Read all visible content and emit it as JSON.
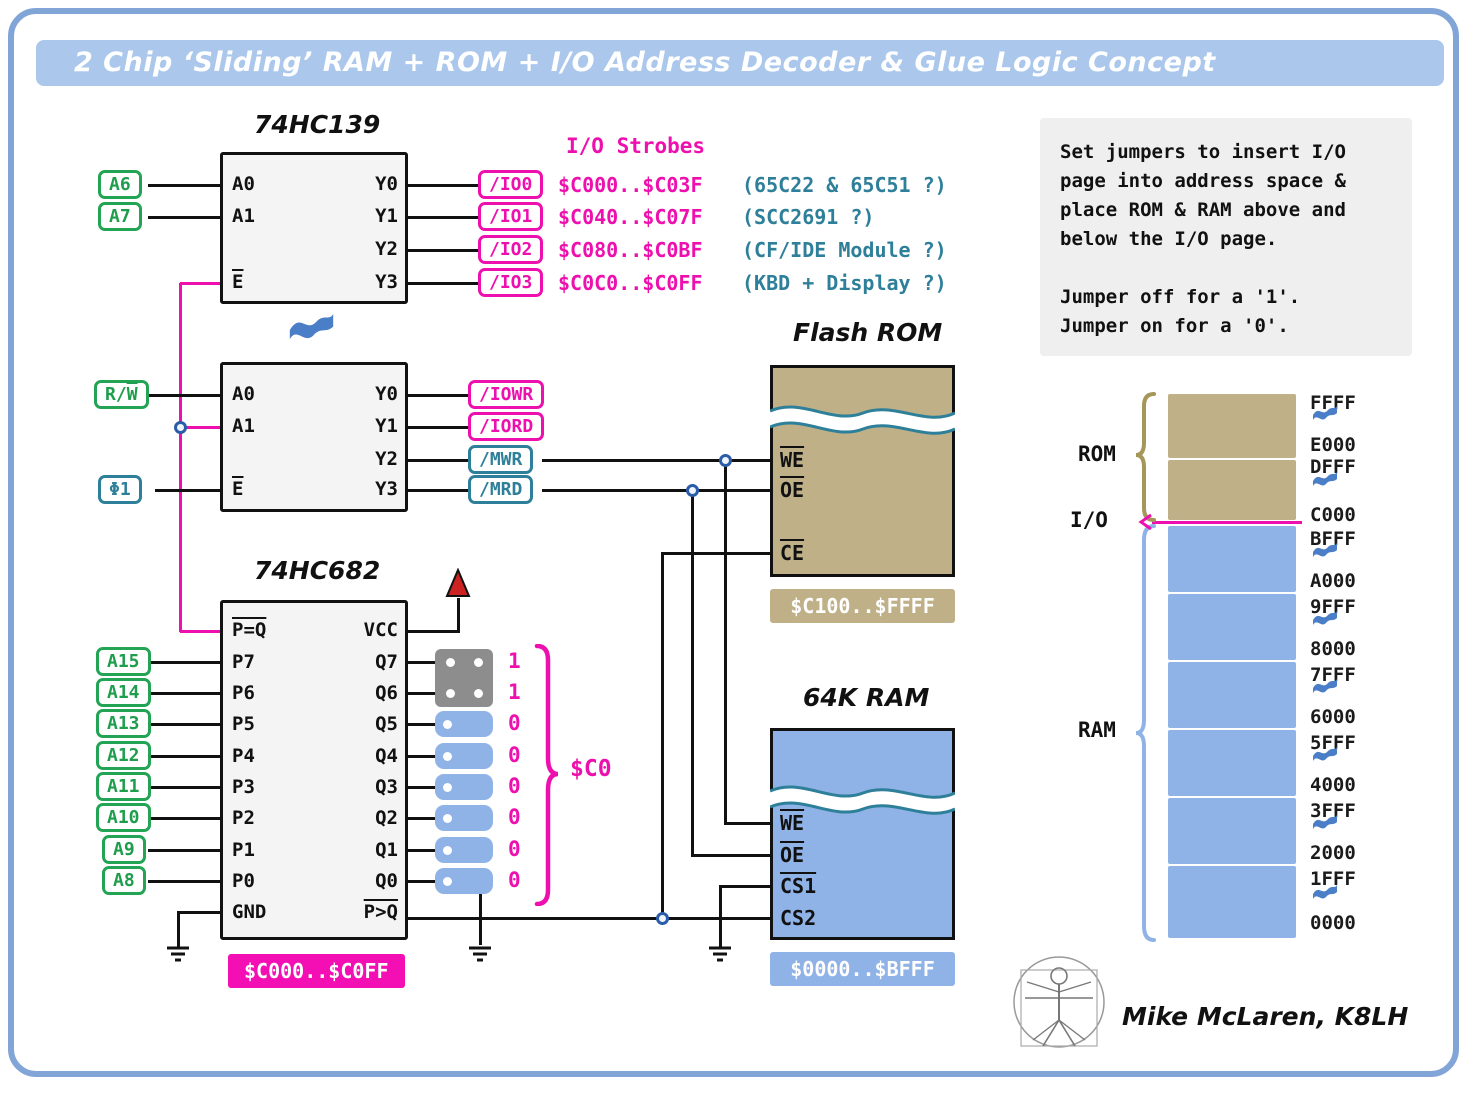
{
  "title": "2 Chip ‘Sliding’ RAM + ROM + I/O Address Decoder & Glue Logic Concept",
  "colors": {
    "accent_magenta": "#ee10ae",
    "accent_teal": "#2e7f99",
    "accent_green": "#1e9d4c",
    "rom_tan": "#bfb088",
    "ram_blue": "#8fb3e6"
  },
  "decoder1": {
    "chip_label": "74HC139",
    "pins_left": [
      "A0",
      "A1",
      "E"
    ],
    "pins_right": [
      "Y0",
      "Y1",
      "Y2",
      "Y3"
    ],
    "input_tags": [
      "A6",
      "A7"
    ],
    "strobes_heading": "I/O Strobes",
    "rows": [
      {
        "strobe": "/IO0",
        "range": "$C000..$C03F",
        "note": "(65C22 & 65C51 ?)"
      },
      {
        "strobe": "/IO1",
        "range": "$C040..$C07F",
        "note": "(SCC2691 ?)"
      },
      {
        "strobe": "/IO2",
        "range": "$C080..$C0BF",
        "note": "(CF/IDE Module ?)"
      },
      {
        "strobe": "/IO3",
        "range": "$C0C0..$C0FF",
        "note": "(KBD + Display ?)"
      }
    ]
  },
  "decoder2": {
    "pins_left": [
      "A0",
      "A1",
      "E"
    ],
    "pins_right": [
      "Y0",
      "Y1",
      "Y2",
      "Y3"
    ],
    "rw_tag_prefix": "R/",
    "rw_tag_bar": "W",
    "phi_tag": "Φ1",
    "outputs": [
      "/IOWR",
      "/IORD",
      "/MWR",
      "/MRD"
    ]
  },
  "comparator": {
    "chip_label": "74HC682",
    "pins_left": [
      "P=Q",
      "P7",
      "P6",
      "P5",
      "P4",
      "P3",
      "P2",
      "P1",
      "P0",
      "GND"
    ],
    "pins_right": [
      "VCC",
      "Q7",
      "Q6",
      "Q5",
      "Q4",
      "Q3",
      "Q2",
      "Q1",
      "Q0",
      "P>Q"
    ],
    "input_tags": [
      "A15",
      "A14",
      "A13",
      "A12",
      "A11",
      "A10",
      "A9",
      "A8"
    ],
    "jumper_bits": [
      "1",
      "1",
      "0",
      "0",
      "0",
      "0",
      "0",
      "0"
    ],
    "compare_value": "$C0",
    "range_label": "$C000..$C0FF"
  },
  "rom": {
    "title": "Flash ROM",
    "pin_we": "WE",
    "pin_oe": "OE",
    "pin_ce": "CE",
    "range": "$C100..$FFFF"
  },
  "ram": {
    "title": "64K RAM",
    "pin_we": "WE",
    "pin_oe": "OE",
    "pin_cs1": "CS1",
    "pin_cs2": "CS2",
    "range": "$0000..$BFFF"
  },
  "note_box": {
    "lines": [
      "Set jumpers to insert I/O",
      "page into address space &",
      "place ROM & RAM above and",
      "below the I/O page.",
      "",
      "Jumper off for a '1'.",
      "Jumper on for a '0'."
    ]
  },
  "memory_map": {
    "rom_label": "ROM",
    "io_label": "I/O",
    "ram_label": "RAM",
    "addresses": [
      "FFFF",
      "E000",
      "DFFF",
      "C000",
      "BFFF",
      "A000",
      "9FFF",
      "8000",
      "7FFF",
      "6000",
      "5FFF",
      "4000",
      "3FFF",
      "2000",
      "1FFF",
      "0000"
    ]
  },
  "signature": "Mike McLaren, K8LH"
}
